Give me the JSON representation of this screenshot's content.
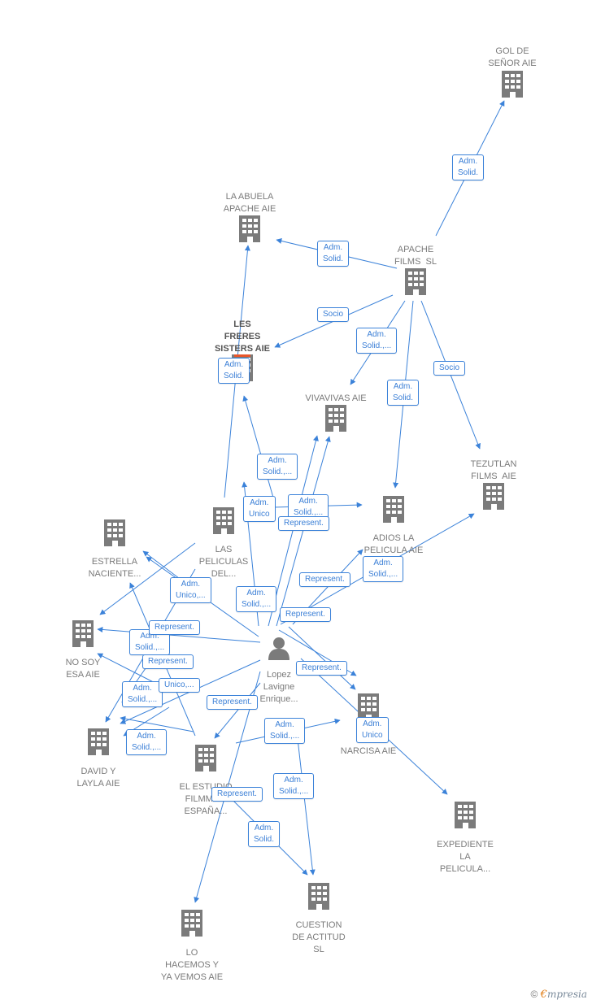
{
  "colors": {
    "edge": "#3b82d9",
    "building": "#7b7b7b",
    "person": "#7b7b7b",
    "highlight": "#e8552a"
  },
  "nodes": [
    {
      "id": "gol",
      "icon": "building-icon",
      "label": "GOL DE\nSEÑOR AIE"
    },
    {
      "id": "abuela",
      "icon": "building-icon",
      "label": "LA ABUELA\nAPACHE AIE"
    },
    {
      "id": "apache",
      "icon": "building-icon",
      "label": "APACHE\nFILMS  SL"
    },
    {
      "id": "freres",
      "icon": "building-icon",
      "label": "LES\nFRERES\nSISTERS AIE",
      "highlight": true
    },
    {
      "id": "vivavivas",
      "icon": "building-icon",
      "label": "VIVAVIVAS AIE"
    },
    {
      "id": "tezutlan",
      "icon": "building-icon",
      "label": "TEZUTLAN\nFILMS  AIE"
    },
    {
      "id": "peliculas",
      "icon": "building-icon",
      "label": "LAS\nPELICULAS\nDEL..."
    },
    {
      "id": "adios",
      "icon": "building-icon",
      "label": "ADIOS LA\nPELICULA AIE"
    },
    {
      "id": "estrella",
      "icon": "building-icon",
      "label": "ESTRELLA\nNACIENTE..."
    },
    {
      "id": "nosoy",
      "icon": "building-icon",
      "label": "NO SOY\nESA AIE"
    },
    {
      "id": "person",
      "icon": "person-icon",
      "label": "Lopez\nLavigne\nEnrique..."
    },
    {
      "id": "narcisa",
      "icon": "building-icon",
      "label": "HE...\nNARCISA AIE"
    },
    {
      "id": "david",
      "icon": "building-icon",
      "label": "DAVID Y\nLAYLA AIE"
    },
    {
      "id": "estudio",
      "icon": "building-icon",
      "label": "EL ESTUDIO\nFILMMA...\nESPAÑA..."
    },
    {
      "id": "expediente",
      "icon": "building-icon",
      "label": "EXPEDIENTE\nLA\nPELICULA..."
    },
    {
      "id": "cuestion",
      "icon": "building-icon",
      "label": "CUESTION\nDE ACTITUD\nSL"
    },
    {
      "id": "lohacemos",
      "icon": "building-icon",
      "label": "LO\nHACEMOS Y\nYA VEMOS AIE"
    }
  ],
  "edge_labels": [
    "Adm.\nSolid.",
    "Adm.\nSolid.",
    "Socio",
    "Adm.\nSolid.,...",
    "Adm.\nSolid.",
    "Socio",
    "Adm.\nSolid.",
    "Adm.\nSolid.,...",
    "Adm.\nUnico",
    "Adm.\nSolid.,...",
    "Represent.",
    "Adm.\nSolid.,...",
    "Represent.",
    "Adm.\nSolid.,...",
    "Represent.",
    "Adm.\nUnico,...",
    "Adm.\nSolid.,...",
    "Represent.",
    "Adm.\nSolid.,...",
    "Unico,...",
    "Adm.\nSolid.,...",
    "Represent.",
    "Represent.",
    "Represent.",
    "Adm.\nUnico",
    "Adm.\nSolid.,...",
    "Adm.\nSolid.,...",
    "Represent.",
    "Adm.\nSolid.",
    "Adm.\nUnico,..."
  ],
  "footer": {
    "copyright": "©",
    "brand_first": "€",
    "brand_rest": "mpresia"
  }
}
